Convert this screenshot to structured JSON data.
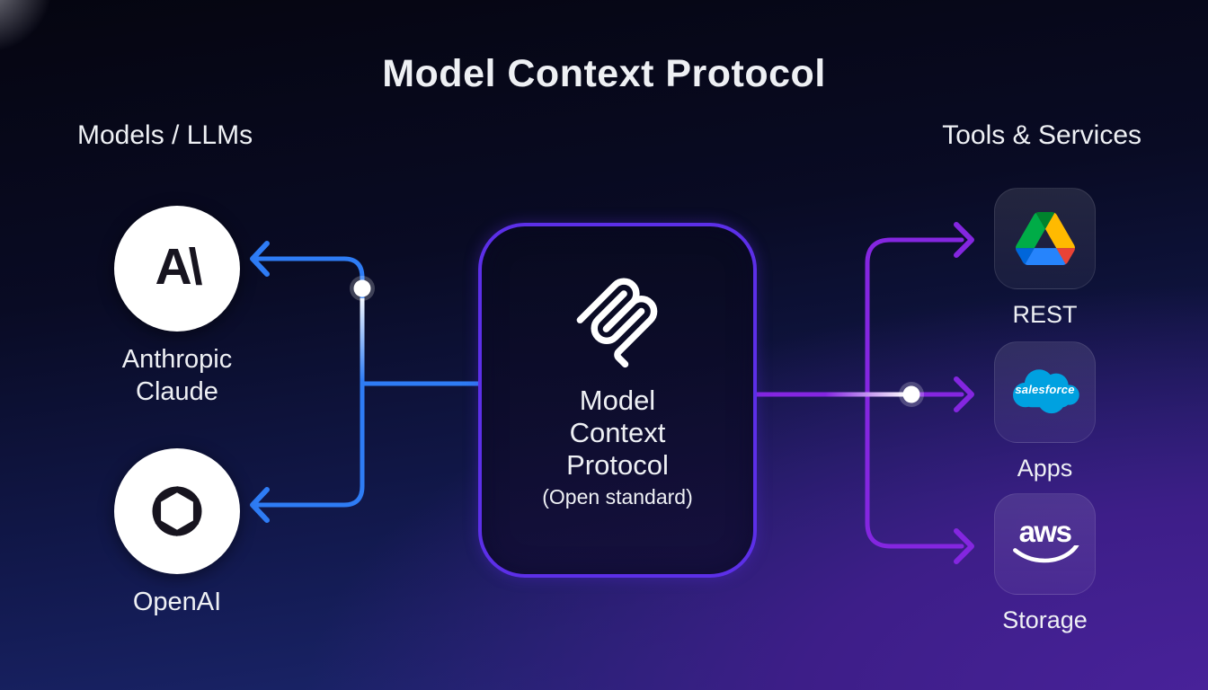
{
  "title": "Model Context Protocol",
  "sections": {
    "left": {
      "label": "Models / LLMs"
    },
    "right": {
      "label": "Tools & Services"
    }
  },
  "models": [
    {
      "name": "Anthropic Claude",
      "icon": "anthropic-logo",
      "icon_text": "A\\",
      "label_lines": [
        "Anthropic",
        "Claude"
      ]
    },
    {
      "name": "OpenAI",
      "icon": "openai-logo",
      "label_lines": [
        "OpenAI"
      ]
    }
  ],
  "center": {
    "icon": "mcp-logo",
    "title_lines": [
      "Model",
      "Context",
      "Protocol"
    ],
    "subtitle": "(Open standard)"
  },
  "services": [
    {
      "label": "REST",
      "icon": "google-drive-logo"
    },
    {
      "label": "Apps",
      "icon": "salesforce-logo",
      "icon_text": "salesforce"
    },
    {
      "label": "Storage",
      "icon": "aws-logo",
      "icon_text": "aws"
    }
  ],
  "colors": {
    "background_top": "#06070f",
    "background_blue": "#1e2a78",
    "background_purple": "#45218f",
    "model_line_blue": "#2e7cf5",
    "service_line_purple": "#8426e0",
    "box_border": "#5c2fe8",
    "pulse_dot": "#ffffff",
    "drive_green": "#00ac47",
    "drive_dark_green": "#00832d",
    "drive_yellow": "#ffba00",
    "drive_blue": "#2684fc",
    "drive_dark_blue": "#0066da",
    "drive_red": "#ea4335",
    "salesforce_blue": "#00a1e0",
    "text": "#eef0f4"
  }
}
